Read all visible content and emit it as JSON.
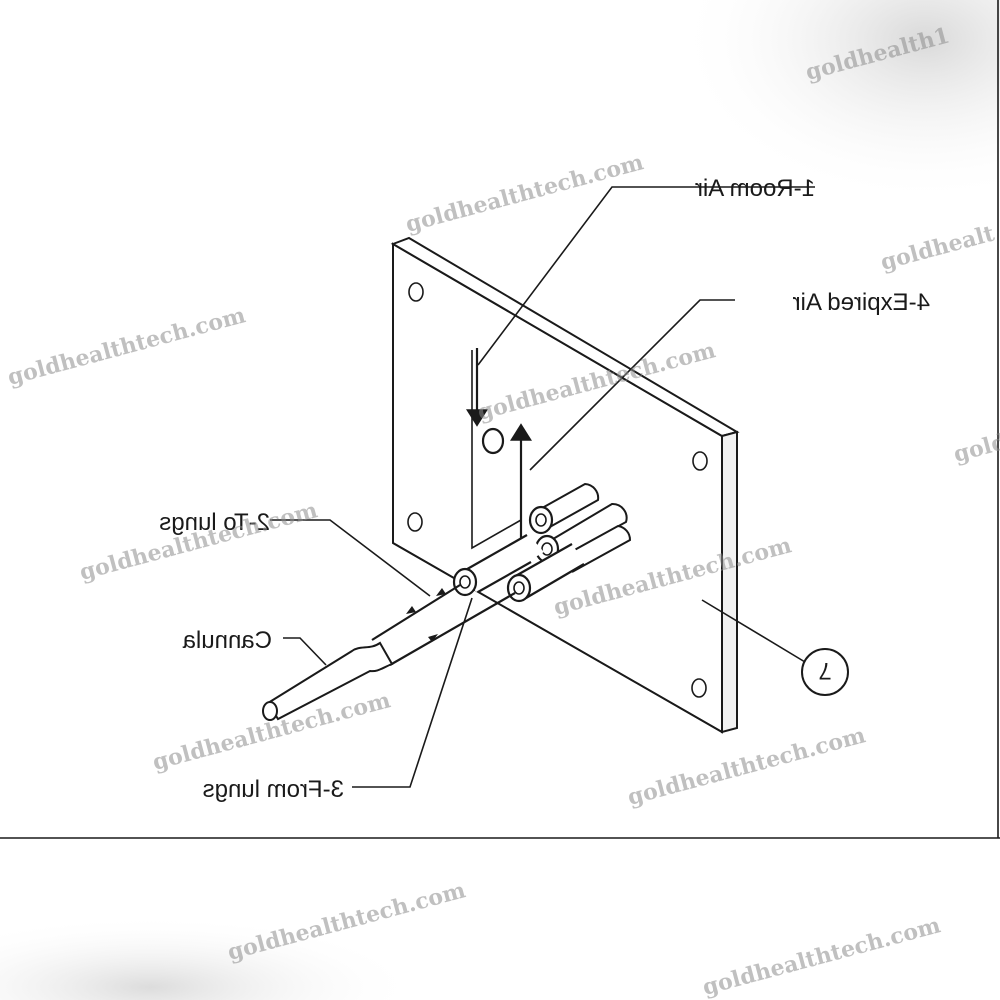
{
  "labels": {
    "room_air": "1-Room Air",
    "expired_air": "4-Expired Air",
    "to_lungs": "2-To lungs",
    "cannula": "Cannula",
    "from_lungs": "3-From lungs",
    "part_number": "7"
  },
  "watermark": {
    "text": "goldhealthtech.com",
    "text_clipped": "goldhealth1",
    "text_clipped_right": "goldhealt",
    "text_clipped_edge": "gold"
  }
}
